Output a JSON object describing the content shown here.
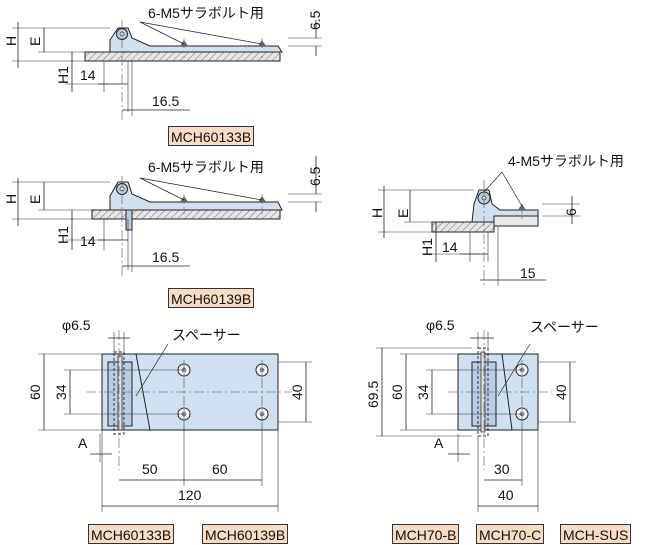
{
  "labels": {
    "mch60133b": "MCH60133B",
    "mch60139b": "MCH60139B",
    "mch70b": "MCH70-B",
    "mch70c": "MCH70-C",
    "mchsus": "MCH-SUS"
  },
  "callouts": {
    "bolt6": "6-M5サラボルト用",
    "bolt4": "4-M5サラボルト用",
    "spacer": "スペーサー"
  },
  "dims": {
    "H": "H",
    "E": "E",
    "H1": "H1",
    "A": "A",
    "d65": "6.5",
    "d6": "6",
    "d14": "14",
    "d165": "16.5",
    "d15": "15",
    "phi": "φ6.5",
    "d60": "60",
    "d34": "34",
    "d40": "40",
    "d50": "50",
    "d120": "120",
    "d695": "69.5",
    "d30": "30"
  }
}
